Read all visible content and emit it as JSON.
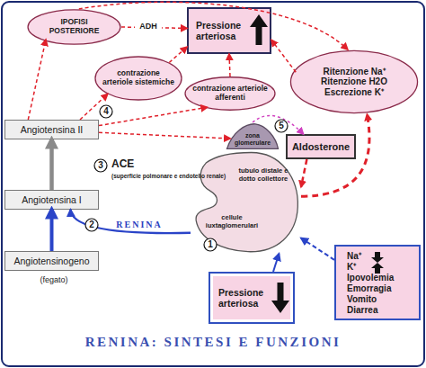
{
  "diagram": {
    "title": "RENINA: SINTESI E FUNZIONI",
    "nodes": [
      {
        "text": [
          "IPOFISI POSTERIORE"
        ]
      },
      {
        "text": [
          "Pressione arteriosa"
        ]
      },
      {
        "text": [
          "contrazione arteriole sistemiche"
        ]
      },
      {
        "text": [
          "contrazione arteriole afferenti"
        ]
      },
      {
        "text": [
          "Ritenzione Na⁺ Ritenzione H2O Escrezione K⁺"
        ]
      },
      {
        "text": [
          "Angiotensina II"
        ]
      },
      {
        "text": [
          "zona glomerulare"
        ]
      },
      {
        "text": [
          "Aldosterone"
        ]
      },
      {
        "text": [
          "tubulo distale e dotto collettore",
          "cellule iuxtaglomerulari"
        ]
      },
      {
        "text": [
          "Angiotensina I"
        ]
      },
      {
        "text": [
          "Angiotensinogeno",
          "(fegato)"
        ]
      },
      {
        "text": [
          "Pressione arteriosa"
        ]
      },
      {
        "text": [
          "Na⁺",
          "K⁺",
          "Ipovolemia Emorragia Vomito Diarrea"
        ]
      }
    ],
    "edges": [
      {
        "from": 5,
        "to": 0,
        "arrow": "to"
      },
      {
        "from": 0,
        "to": 1,
        "label": "ADH",
        "arrow": "to"
      },
      {
        "from": 0,
        "to": 4,
        "arrow": "to"
      },
      {
        "from": 5,
        "to": 2,
        "arrow": "to"
      },
      {
        "from": 5,
        "to": 3,
        "arrow": "to"
      },
      {
        "from": 5,
        "to": 6,
        "arrow": "to"
      },
      {
        "from": 6,
        "to": 7,
        "arrow": "to"
      },
      {
        "from": 2,
        "to": 1,
        "arrow": "to"
      },
      {
        "from": 3,
        "to": 1,
        "arrow": "to"
      },
      {
        "from": 4,
        "to": 1,
        "arrow": "to"
      },
      {
        "from": 7,
        "to": 8,
        "arrow": "to"
      },
      {
        "from": 8,
        "to": 4,
        "arrow": "to"
      },
      {
        "from": 10,
        "to": 9,
        "arrow": "to"
      },
      {
        "from": 9,
        "to": 5,
        "arrow": "to"
      },
      {
        "from": 8,
        "to": 9,
        "label": "RENINA",
        "arrow": "to"
      },
      {
        "from": 11,
        "to": 8,
        "arrow": "to"
      },
      {
        "from": 12,
        "to": 8,
        "arrow": "to"
      }
    ],
    "labels": [
      "4",
      "3",
      "2",
      "1",
      "5",
      "ACE",
      "(superficie polmonare e endotelio renale)"
    ]
  }
}
